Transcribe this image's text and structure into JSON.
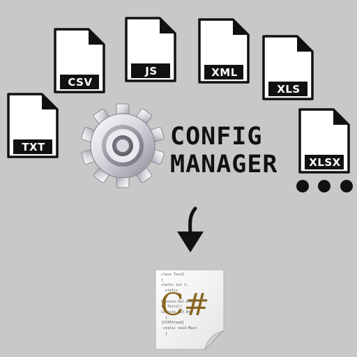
{
  "title": {
    "line1": "CONFIG",
    "line2": "MANAGER"
  },
  "file_types": [
    {
      "label": "CSV",
      "icon": "file-icon"
    },
    {
      "label": "JS",
      "icon": "file-icon"
    },
    {
      "label": "XML",
      "icon": "file-icon"
    },
    {
      "label": "XLS",
      "icon": "file-icon"
    },
    {
      "label": "TXT",
      "icon": "file-icon"
    },
    {
      "label": "XLSX",
      "icon": "file-icon"
    }
  ],
  "icons": {
    "gear": "gear-icon",
    "arrow": "arrow-down-icon",
    "more": "more-formats-icon",
    "output": "csharp-file-icon"
  },
  "output_file": {
    "logo": "C#",
    "code_lines": [
      "class Test2",
      "{",
      "static int t;",
      "",
      "  static",
      "  {",
      "Console.Out.Writ",
      "",
      "ic Test2()",
      "Console.Out.Wri",
      "  }",
      "[STAThread]",
      " static void Main",
      "  {"
    ]
  },
  "colors": {
    "background": "#c8c8c8",
    "icon_fill": "#ffffff",
    "icon_outline": "#111111",
    "label_band": "#111111",
    "label_text": "#ffffff",
    "title_text": "#111111",
    "csharp_logo": "#8a6420"
  }
}
